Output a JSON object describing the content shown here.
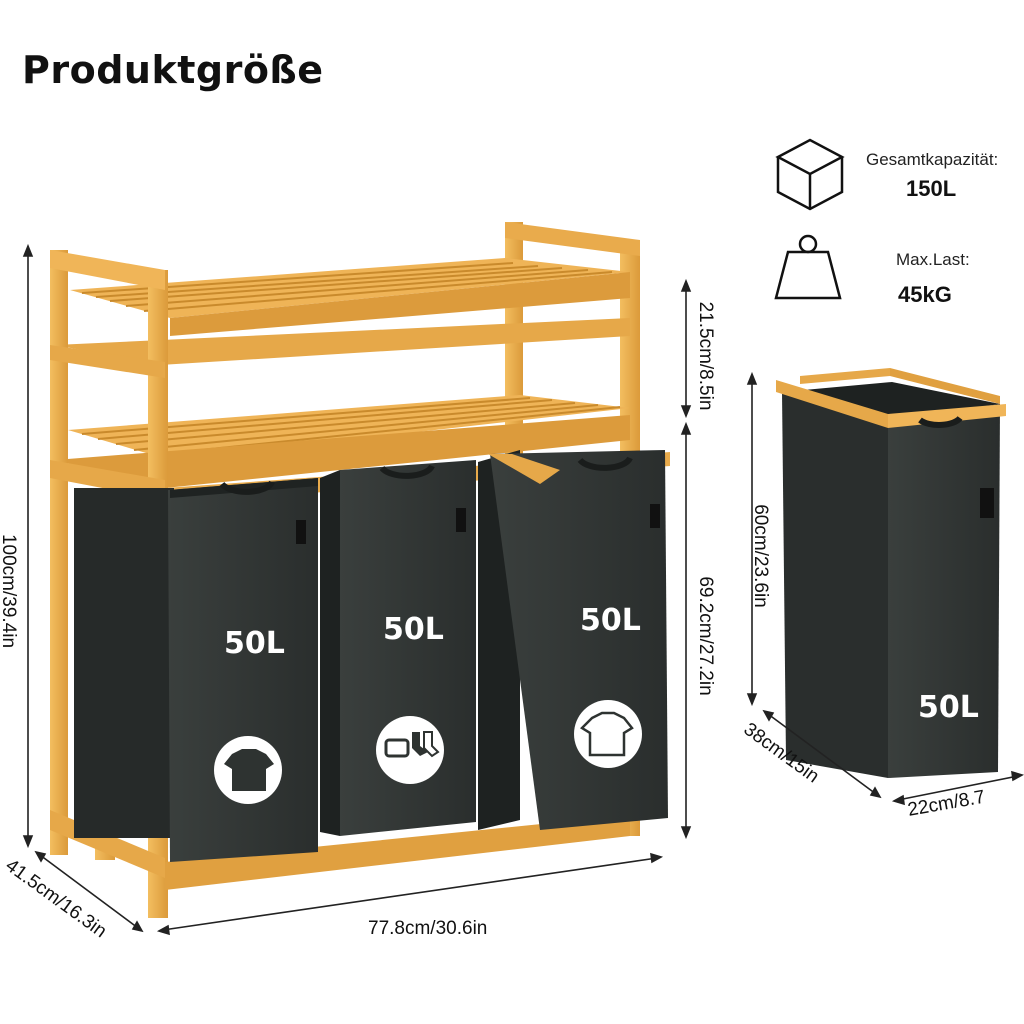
{
  "title": "Produktgröße",
  "dimensions": {
    "height_total": "100cm/39.4in",
    "depth": "41.5cm/16.3in",
    "width": "77.8cm/30.6in",
    "shelf_gap": "21.5cm/8.5in",
    "bag_area_height": "69.2cm/27.2in",
    "bag_height": "60cm/23.6in",
    "bag_depth": "38cm/15in",
    "bag_width": "22cm/8.7"
  },
  "bags": {
    "capacity_label": "50L",
    "icons": [
      "dark-shirt-icon",
      "socks-underwear-icon",
      "white-shirt-icon"
    ]
  },
  "specs": {
    "capacity_label": "Gesamtkapazität:",
    "capacity_value": "150L",
    "load_label": "Max.Last:",
    "load_value": "45kG"
  },
  "colors": {
    "bamboo": "#E6A849",
    "bamboo_dark": "#C98A2C",
    "fabric": "#2F3432",
    "fabric_dark": "#222625"
  }
}
